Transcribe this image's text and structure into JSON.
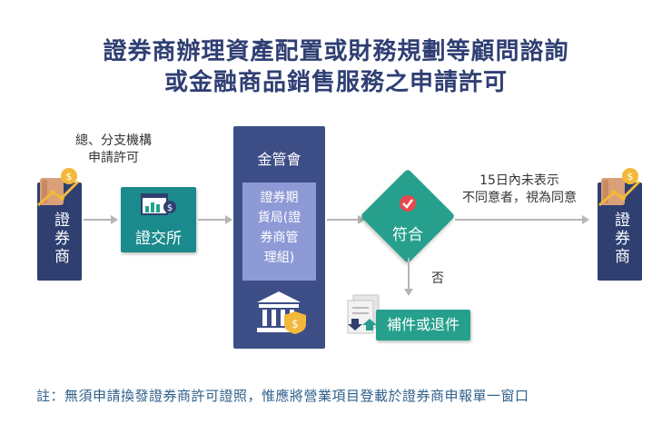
{
  "title": {
    "line1": "證券商辦理資產配置或財務規劃等顧問諮詢",
    "line2": "或金融商品銷售服務之申請許可"
  },
  "flow": {
    "start_label": "證券商",
    "branch_note_line1": "總、分支機構",
    "branch_note_line2": "申請許可",
    "exchange_label": "證交所",
    "fsc": {
      "title": "金管會",
      "bureau_lines": [
        "證券期",
        "貨局(證",
        "券商管",
        "理組)"
      ]
    },
    "decision_label": "符合",
    "pass_note_line1": "15日內未表示",
    "pass_note_line2": "不同意者，視為同意",
    "end_label": "證券商",
    "reject_label": "否",
    "supplement_label": "補件或退件"
  },
  "footnote": "註：無須申請換發證券商許可證照，惟應將營業項目登載於證券商申報單一窗口",
  "colors": {
    "navy": "#2e3f70",
    "fsc_panel": "#3d4e87",
    "fsc_inner": "#8e9ad6",
    "teal": "#1b8a8c",
    "green": "#26a08c",
    "gold": "#f2b83a",
    "title": "#2f3f73"
  }
}
